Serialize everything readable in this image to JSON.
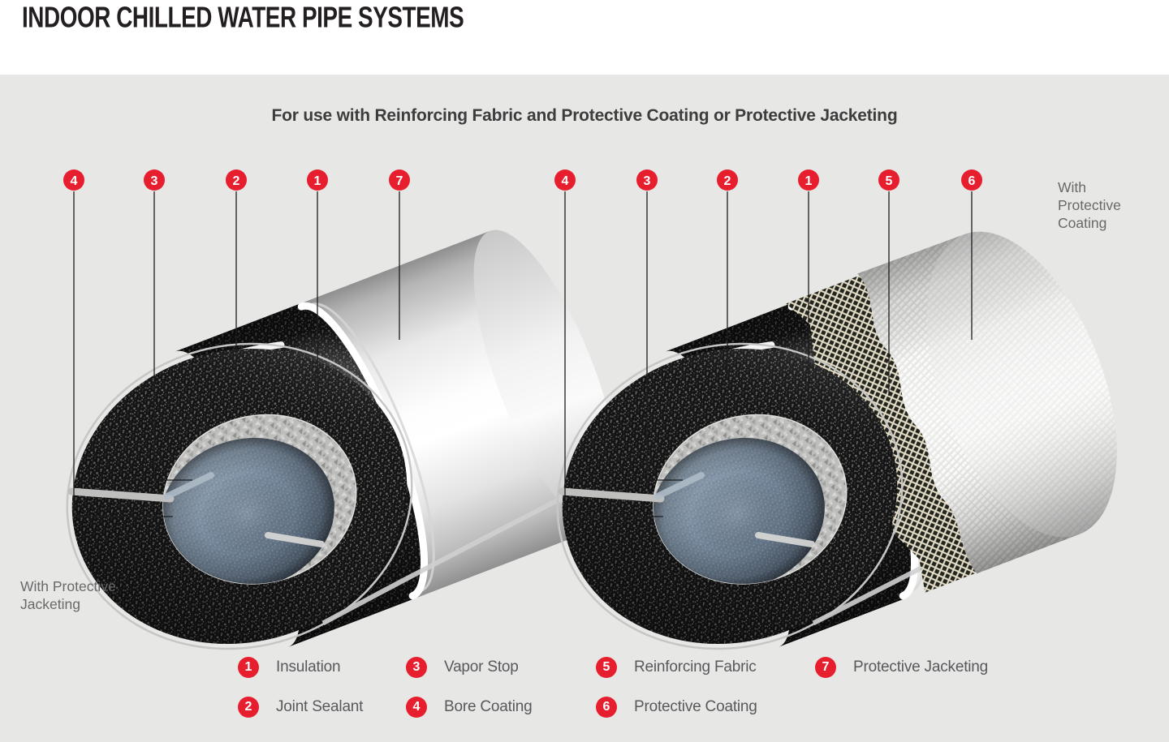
{
  "page": {
    "title": "INDOOR CHILLED WATER PIPE SYSTEMS",
    "subtitle": "For use with Reinforcing Fabric and Protective Coating or Protective Jacketing"
  },
  "diagram": {
    "left_pipe": {
      "caption": "With Protective Jacketing",
      "callouts": [
        "4",
        "3",
        "2",
        "1",
        "7"
      ]
    },
    "right_pipe": {
      "caption": "With Protective Coating",
      "callouts": [
        "4",
        "3",
        "2",
        "1",
        "5",
        "6"
      ]
    }
  },
  "legend": {
    "items": [
      {
        "number": "1",
        "label": "Insulation"
      },
      {
        "number": "2",
        "label": "Joint Sealant"
      },
      {
        "number": "3",
        "label": "Vapor Stop"
      },
      {
        "number": "4",
        "label": "Bore Coating"
      },
      {
        "number": "5",
        "label": "Reinforcing Fabric"
      },
      {
        "number": "6",
        "label": "Protective Coating"
      },
      {
        "number": "7",
        "label": "Protective Jacketing"
      }
    ]
  },
  "colors": {
    "accent_red": "#e71e2e",
    "background_gray": "#e7e7e6",
    "title_color": "#231f20",
    "text_gray": "#58595b"
  }
}
